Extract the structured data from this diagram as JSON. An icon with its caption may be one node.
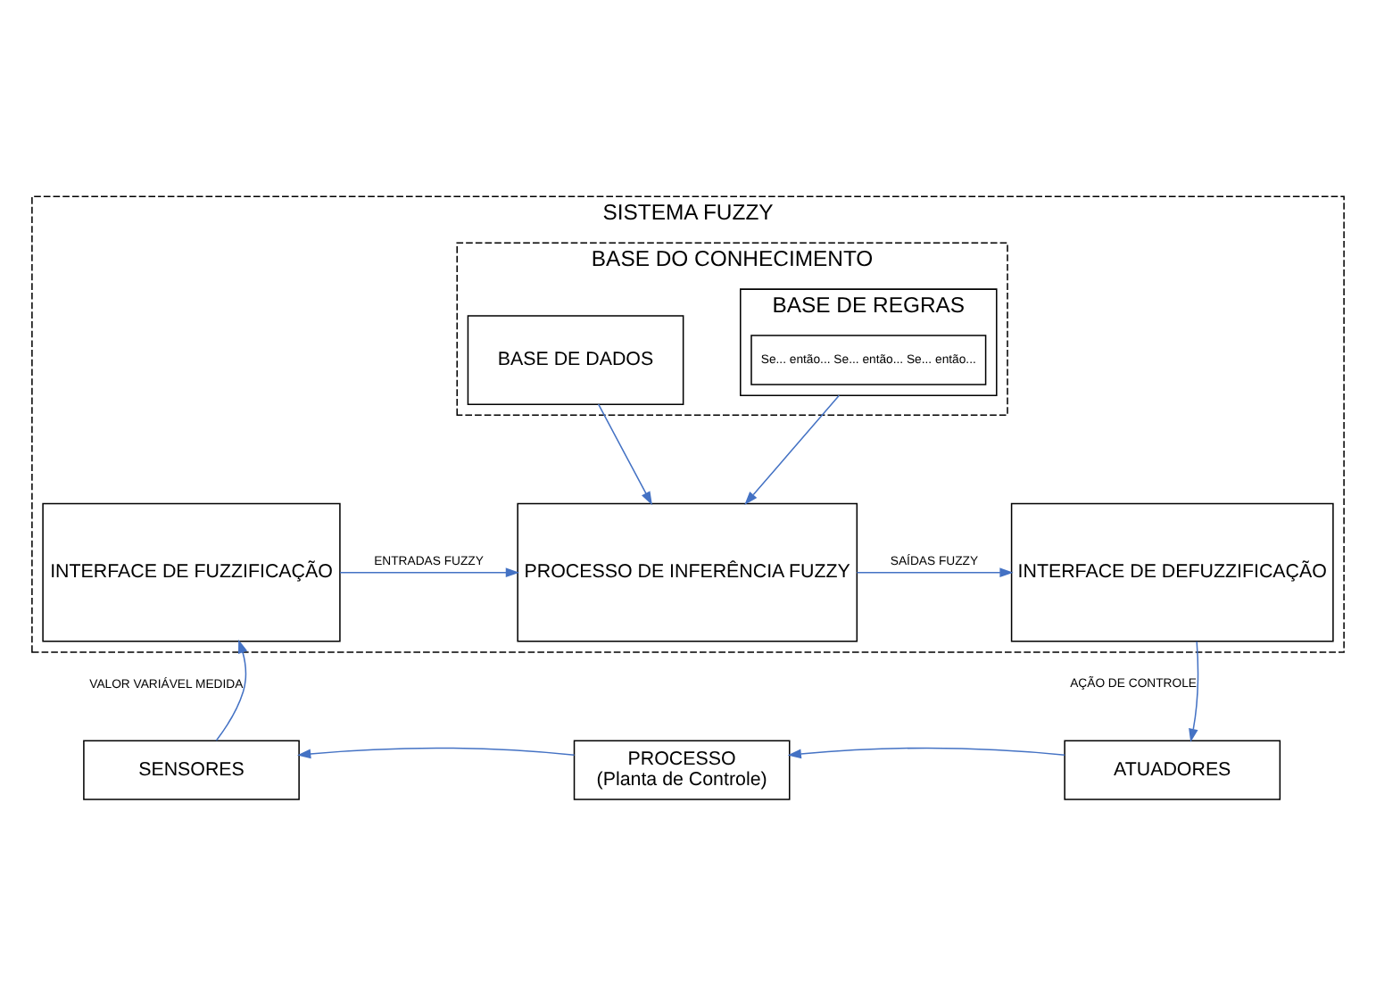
{
  "diagram": {
    "nodes": [
      {
        "text": [
          "SISTEMA FUZZY"
        ]
      },
      {
        "text": [
          "BASE DO CONHECIMENTO"
        ],
        "in": 0
      },
      {
        "text": [
          "BASE DE DADOS"
        ],
        "in": 1
      },
      {
        "text": [
          "BASE DE REGRAS"
        ],
        "in": 1
      },
      {
        "text": [
          "Se... então... Se... então... Se... então..."
        ],
        "in": 3
      },
      {
        "text": [
          "INTERFACE DE FUZZIFICAÇÃO"
        ],
        "in": 0
      },
      {
        "text": [
          "PROCESSO DE INFERÊNCIA FUZZY"
        ],
        "in": 0
      },
      {
        "text": [
          "INTERFACE DE DEFUZZIFICAÇÃO"
        ],
        "in": 0
      },
      {
        "text": [
          "SENSORES"
        ]
      },
      {
        "text": [
          "PROCESSO",
          "(Planta de Controle)"
        ]
      },
      {
        "text": [
          "ATUADORES"
        ]
      }
    ],
    "edges": [
      {
        "from": 2,
        "to": 6,
        "arrow": "to"
      },
      {
        "from": 3,
        "to": 6,
        "arrow": "to"
      },
      {
        "from": 5,
        "to": 6,
        "arrow": "to",
        "label": "ENTRADAS FUZZY"
      },
      {
        "from": 6,
        "to": 7,
        "arrow": "to",
        "label": "SAÍDAS FUZZY"
      },
      {
        "from": 7,
        "to": 10,
        "arrow": "to",
        "label": "AÇÃO DE CONTROLE"
      },
      {
        "from": 10,
        "to": 9,
        "arrow": "to"
      },
      {
        "from": 9,
        "to": 8,
        "arrow": "to"
      },
      {
        "from": 8,
        "to": 5,
        "arrow": "to",
        "label": "VALOR VARIÁVEL MEDIDA"
      }
    ]
  }
}
